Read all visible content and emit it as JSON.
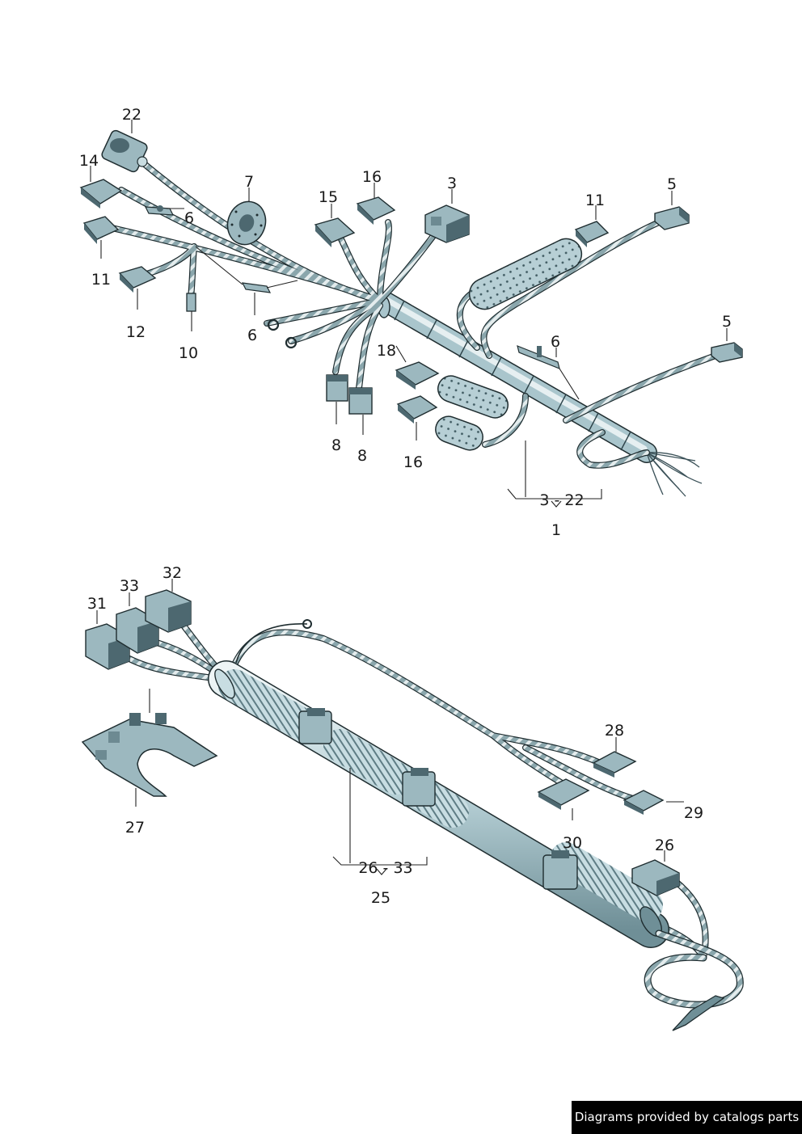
{
  "callouts": {
    "c22a": "22",
    "c14": "14",
    "c7": "7",
    "c6a": "6",
    "c11a": "11",
    "c12": "12",
    "c10": "10",
    "c6b": "6",
    "c15": "15",
    "c16a": "16",
    "c3": "3",
    "c11b": "11",
    "c5a": "5",
    "c5b": "5",
    "c6c": "6",
    "c18": "18",
    "c16b": "16",
    "c8a": "8",
    "c8b": "8",
    "range1": "3 - 22",
    "assy1": "1",
    "c31": "31",
    "c33": "33",
    "c32": "32",
    "c27": "27",
    "c28": "28",
    "c29": "29",
    "c30": "30",
    "c26": "26",
    "range2": "26 - 33",
    "assy2": "25"
  },
  "colors": {
    "wire": "#7f9aa0",
    "wire_stripe": "#e9f0f1",
    "connector": "#9cb8bf",
    "connector_dark": "#4d6870",
    "sleeve": "#a9c5cc",
    "outline": "#1f2d30"
  },
  "footer": {
    "text": "Diagrams provided by catalogs parts"
  }
}
